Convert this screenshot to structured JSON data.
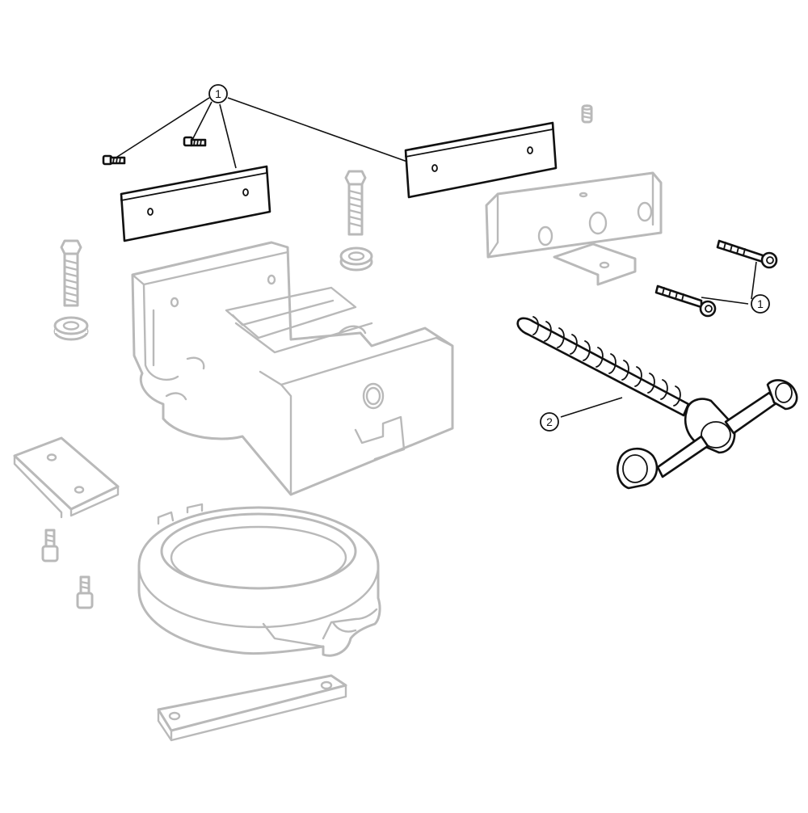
{
  "diagram": {
    "callouts": [
      {
        "id": "callout-1-top",
        "label": "1"
      },
      {
        "id": "callout-1-right",
        "label": "1"
      },
      {
        "id": "callout-2",
        "label": "2"
      }
    ],
    "highlight_color": "#111111",
    "ghost_color": "#b9b9b9"
  }
}
